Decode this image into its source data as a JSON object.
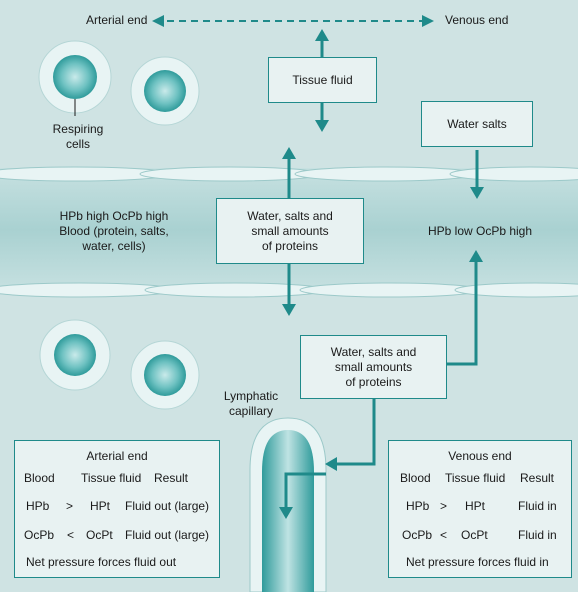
{
  "header": {
    "arterial_end": "Arterial end",
    "venous_end": "Venous end"
  },
  "labels": {
    "respiring_cells": "Respiring\ncells",
    "blood_arterial": "HPb high OcPb high\nBlood (protein, salts,\nwater, cells)",
    "blood_venous": "HPb low OcPb high",
    "lymphatic": "Lymphatic\ncapillary"
  },
  "boxes": {
    "tissue_fluid": "Tissue fluid",
    "water_salts": "Water salts",
    "center_out": "Water, salts and\nsmall amounts\nof proteins",
    "lower_in": "Water, salts and\nsmall amounts\nof proteins"
  },
  "arterial_table": {
    "title": "Arterial end",
    "headers": [
      "Blood",
      "Tissue fluid",
      "Result"
    ],
    "rows": [
      [
        "HPb",
        ">",
        "HPt",
        "Fluid out (large)"
      ],
      [
        "OcPb",
        "<",
        "OcPt",
        "Fluid out (large)"
      ]
    ],
    "footer": "Net pressure forces fluid out"
  },
  "venous_table": {
    "title": "Venous end",
    "headers": [
      "Blood",
      "Tissue fluid",
      "Result"
    ],
    "rows": [
      [
        "HPb",
        ">",
        "HPt",
        "Fluid in"
      ],
      [
        "OcPb",
        "<",
        "OcPt",
        "Fluid in"
      ]
    ],
    "footer": "Net pressure forces fluid in"
  },
  "colors": {
    "background": "#cfe3e3",
    "accent": "#1f8a8a",
    "box_fill": "#e8f2f2"
  }
}
